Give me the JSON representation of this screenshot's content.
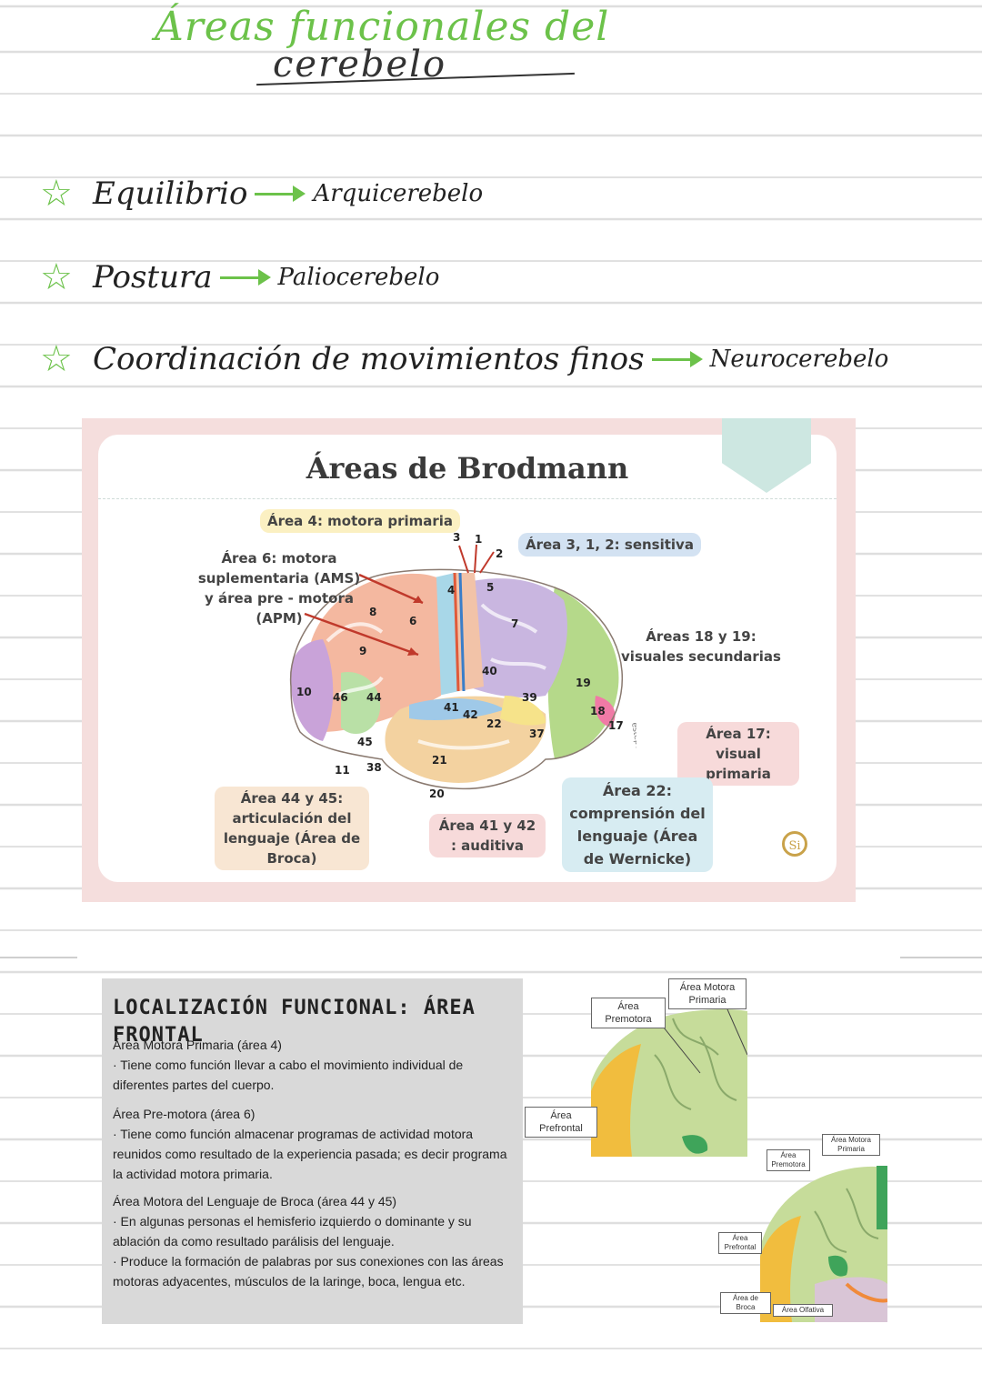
{
  "title": {
    "line1": "Áreas funcionales del",
    "line2": "cerebelo"
  },
  "functions": [
    {
      "label": "Equilibrio",
      "region": "Arquicerebelo"
    },
    {
      "label": "Postura",
      "region": "Paliocerebelo"
    },
    {
      "label": "Coordinación de movimientos finos",
      "region": "Neurocerebelo"
    }
  ],
  "brodmann": {
    "title": "Áreas de Brodmann",
    "labels": {
      "area4": "Área 4: motora primaria",
      "area312": "Área 3, 1, 2: sensitiva",
      "area6": "Área 6: motora suplementaria (AMS) y área pre - motora (APM)",
      "area1819": "Áreas 18 y 19: visuales secundarias",
      "area17": "Área 17: visual primaria",
      "area4445": "Área 44 y 45: articulación del lenguaje (Área de Broca)",
      "area4142": "Área 41 y 42 : auditiva",
      "area22": "Área 22: comprensión del lenguaje (Área de Wernicke)"
    },
    "watermark": "estepdies",
    "logo": "Si",
    "numbers": [
      "3",
      "1",
      "2",
      "4",
      "5",
      "6",
      "7",
      "8",
      "9",
      "10",
      "46",
      "44",
      "45",
      "11",
      "38",
      "41",
      "42",
      "22",
      "21",
      "20",
      "40",
      "39",
      "37",
      "19",
      "18",
      "17"
    ]
  },
  "frontal": {
    "title": "LOCALIZACIÓN FUNCIONAL: ÁREA FRONTAL",
    "sections": [
      {
        "heading": "Área Motora Primaria (área 4)",
        "bullets": [
          "· Tiene como función llevar a cabo el movimiento individual de diferentes partes del cuerpo."
        ]
      },
      {
        "heading": "Área Pre-motora (área 6)",
        "bullets": [
          "· Tiene como función almacenar programas de actividad motora reunidos como resultado de la experiencia pasada; es decir programa la actividad motora primaria."
        ]
      },
      {
        "heading": "Área Motora del Lenguaje de Broca (área 44 y 45)",
        "bullets": [
          "· En algunas personas el hemisferio izquierdo o dominante y su ablación da como resultado parálisis del lenguaje.",
          "· Produce la formación de palabras por sus conexiones con las áreas motoras adyacentes, músculos de la laringe, boca, lengua etc."
        ]
      }
    ]
  },
  "diagram_large": {
    "premotora": "Área Premotora",
    "primaria": "Área Motora Primaria",
    "prefrontal": "Área Prefrontal"
  },
  "diagram_small": {
    "premotora": "Área Premotora",
    "primaria": "Área Motora Primaria",
    "prefrontal": "Área Prefrontal",
    "broca": "Área de Broca",
    "olfativa": "Área Olfativa"
  },
  "colors": {
    "green": "#6cc24a",
    "pink_frame": "#f5dedd",
    "mint": "#cde7e1"
  }
}
